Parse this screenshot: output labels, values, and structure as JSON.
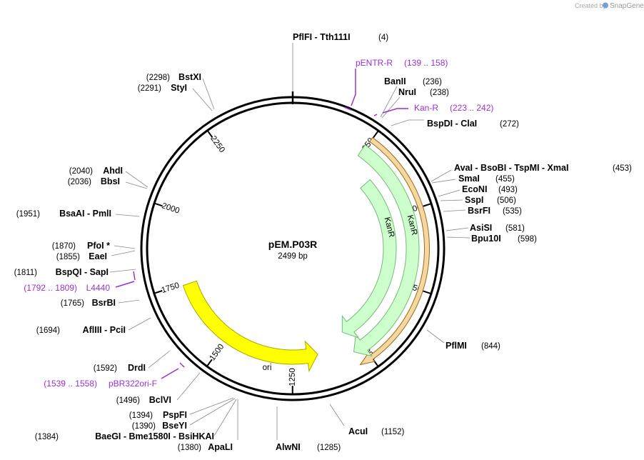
{
  "credit": {
    "prefix": "Created by",
    "brand": "SnapGene"
  },
  "plasmid": {
    "name": "pEM.P03R",
    "size_label": "2499 bp",
    "length": 2499
  },
  "ticks": [
    {
      "label": "250",
      "pos": 250
    },
    {
      "label": "500",
      "pos": 500
    },
    {
      "label": "750",
      "pos": 750
    },
    {
      "label": "1000",
      "pos": 1000
    },
    {
      "label": "1250",
      "pos": 1250
    },
    {
      "label": "1500",
      "pos": 1500
    },
    {
      "label": "1750",
      "pos": 1750
    },
    {
      "label": "2000",
      "pos": 2000
    },
    {
      "label": "2250",
      "pos": 2250
    }
  ],
  "features": [
    {
      "label": "KanR",
      "start": 243,
      "end": 1037,
      "color": "#ccffcc",
      "stroke": "#7ab87a"
    },
    {
      "label": "KanR",
      "start": 335,
      "end": 1037,
      "color": "#ccffcc",
      "stroke": "#7ab87a"
    },
    {
      "label": "ori",
      "start": 1157,
      "end": 1745,
      "color": "#ffff00",
      "stroke": "#a8a800"
    }
  ],
  "orf": {
    "start": 248,
    "end": 1040,
    "color": "#f5d7a1",
    "stroke": "#9c6a14"
  },
  "primers": [
    {
      "name": "pENTR-R",
      "range": "(139 .. 158)"
    },
    {
      "name": "Kan-R",
      "range": "(223 .. 242)"
    },
    {
      "name": "L4440",
      "range": "(1792 .. 1809)"
    },
    {
      "name": "pBR322ori-F",
      "range": "(1539 .. 1558)"
    }
  ],
  "sites_right": [
    {
      "name": "PflFI - Tth111I",
      "pos": "(4)"
    },
    {
      "name": "BanII",
      "pos": "(236)"
    },
    {
      "name": "NruI",
      "pos": "(238)"
    },
    {
      "name": "BspDI - ClaI",
      "pos": "(272)"
    },
    {
      "name": "AvaI - BsoBI - TspMI - XmaI",
      "pos": "(453)"
    },
    {
      "name": "SmaI",
      "pos": "(455)"
    },
    {
      "name": "EcoNI",
      "pos": "(493)"
    },
    {
      "name": "SspI",
      "pos": "(506)"
    },
    {
      "name": "BsrFI",
      "pos": "(535)"
    },
    {
      "name": "AsiSI",
      "pos": "(581)"
    },
    {
      "name": "Bpu10I",
      "pos": "(598)"
    },
    {
      "name": "PflMI",
      "pos": "(844)"
    },
    {
      "name": "AcuI",
      "pos": "(1152)"
    },
    {
      "name": "AlwNI",
      "pos": "(1285)"
    }
  ],
  "sites_left": [
    {
      "name": "BstXI",
      "pos": "(2298)"
    },
    {
      "name": "StyI",
      "pos": "(2291)"
    },
    {
      "name": "AhdI",
      "pos": "(2040)"
    },
    {
      "name": "BbsI",
      "pos": "(2036)"
    },
    {
      "name": "BsaAI - PmlI",
      "pos": "(1951)"
    },
    {
      "name": "PfoI *",
      "pos": "(1870)"
    },
    {
      "name": "EaeI",
      "pos": "(1855)"
    },
    {
      "name": "BspQI - SapI",
      "pos": "(1811)"
    },
    {
      "name": "BsrBI",
      "pos": "(1765)"
    },
    {
      "name": "AflIII - PciI",
      "pos": "(1694)"
    },
    {
      "name": "DrdI",
      "pos": "(1592)"
    },
    {
      "name": "BclVI",
      "pos": "(1496)"
    },
    {
      "name": "PspFI",
      "pos": "(1394)"
    },
    {
      "name": "BseYI",
      "pos": "(1390)"
    },
    {
      "name": "BaeGI - Bme1580I - BsiHKAI",
      "pos": "(1384)"
    },
    {
      "name": "ApaLI",
      "pos": "(1380)"
    }
  ]
}
